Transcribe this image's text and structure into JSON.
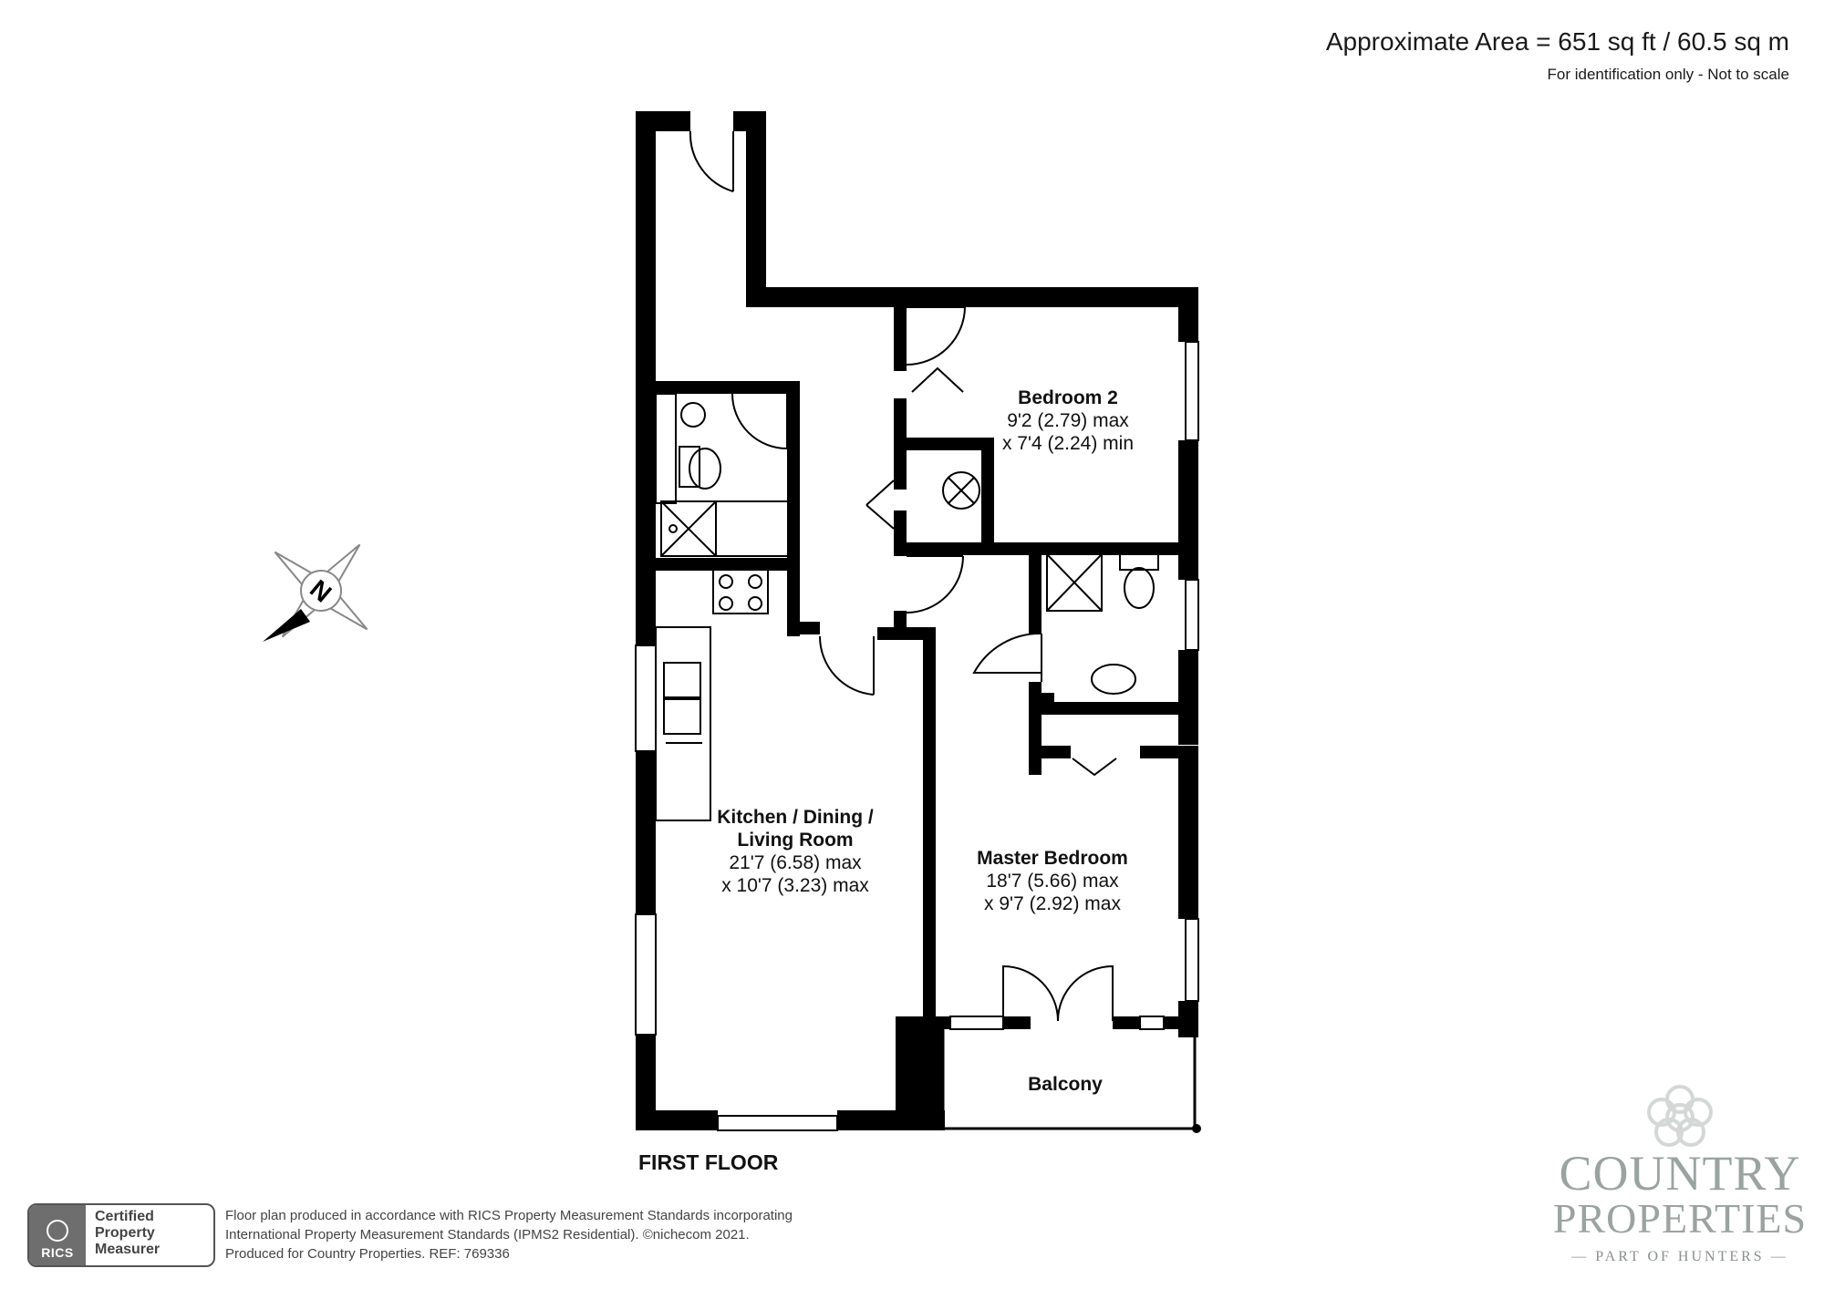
{
  "header": {
    "area": "Approximate Area = 651 sq ft / 60.5 sq m",
    "note": "For identification only - Not to scale"
  },
  "rooms": {
    "bedroom2": {
      "name": "Bedroom 2",
      "dim1": "9'2 (2.79) max",
      "dim2": "x 7'4 (2.24) min"
    },
    "kitchen": {
      "name1": "Kitchen / Dining /",
      "name2": "Living Room",
      "dim1": "21'7 (6.58) max",
      "dim2": "x 10'7 (3.23) max"
    },
    "master": {
      "name": "Master Bedroom",
      "dim1": "18'7 (5.66) max",
      "dim2": "x 9'7 (2.92) max"
    },
    "balcony": {
      "name": "Balcony"
    }
  },
  "compass": {
    "letter": "N"
  },
  "floor_label": "FIRST FLOOR",
  "rics_badge": {
    "brand": "RICS",
    "line1": "Certified",
    "line2": "Property",
    "line3": "Measurer"
  },
  "footer": {
    "line1": "Floor plan produced in accordance with RICS Property Measurement Standards incorporating",
    "line2": "International Property Measurement Standards (IPMS2 Residential).   ©nichecom 2021.",
    "line3": "Produced for Country Properties.   REF: 769336"
  },
  "logo": {
    "line1": "COUNTRY",
    "line2": "PROPERTIES",
    "line3": "— PART OF HUNTERS —"
  }
}
